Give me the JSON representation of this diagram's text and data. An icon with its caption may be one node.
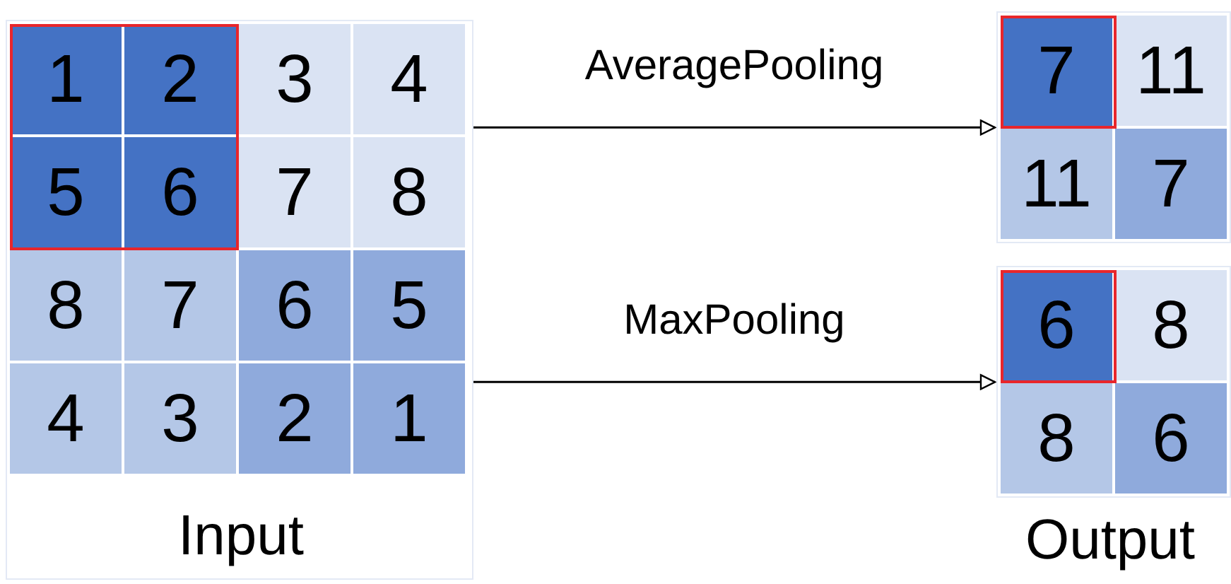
{
  "diagram": {
    "nodes": [
      {
        "text": [
          "Input"
        ]
      },
      {
        "text": [
          "1"
        ],
        "in": 0
      },
      {
        "text": [
          "2"
        ],
        "in": 0
      },
      {
        "text": [
          "3"
        ],
        "in": 0
      },
      {
        "text": [
          "4"
        ],
        "in": 0
      },
      {
        "text": [
          "5"
        ],
        "in": 0
      },
      {
        "text": [
          "6"
        ],
        "in": 0
      },
      {
        "text": [
          "7"
        ],
        "in": 0
      },
      {
        "text": [
          "8"
        ],
        "in": 0
      },
      {
        "text": [
          "8"
        ],
        "in": 0
      },
      {
        "text": [
          "7"
        ],
        "in": 0
      },
      {
        "text": [
          "6"
        ],
        "in": 0
      },
      {
        "text": [
          "5"
        ],
        "in": 0
      },
      {
        "text": [
          "4"
        ],
        "in": 0
      },
      {
        "text": [
          "3"
        ],
        "in": 0
      },
      {
        "text": [
          "2"
        ],
        "in": 0
      },
      {
        "text": [
          "1"
        ],
        "in": 0
      },
      {
        "text": [],
        "shape": "box"
      },
      {
        "text": [
          "7"
        ],
        "in": 17
      },
      {
        "text": [
          "11"
        ],
        "in": 17
      },
      {
        "text": [
          "11"
        ],
        "in": 17
      },
      {
        "text": [
          "7"
        ],
        "in": 17
      },
      {
        "text": [],
        "shape": "box"
      },
      {
        "text": [
          "6"
        ],
        "in": 22
      },
      {
        "text": [
          "8"
        ],
        "in": 22
      },
      {
        "text": [
          "8"
        ],
        "in": 22
      },
      {
        "text": [
          "6"
        ],
        "in": 22
      }
    ],
    "edges": [
      {
        "from": 0,
        "to": 17,
        "arrow": "to",
        "label": "AveragePooling"
      },
      {
        "from": 0,
        "to": 22,
        "arrow": "to",
        "label": "MaxPooling"
      }
    ],
    "labels": [
      "Output"
    ]
  }
}
